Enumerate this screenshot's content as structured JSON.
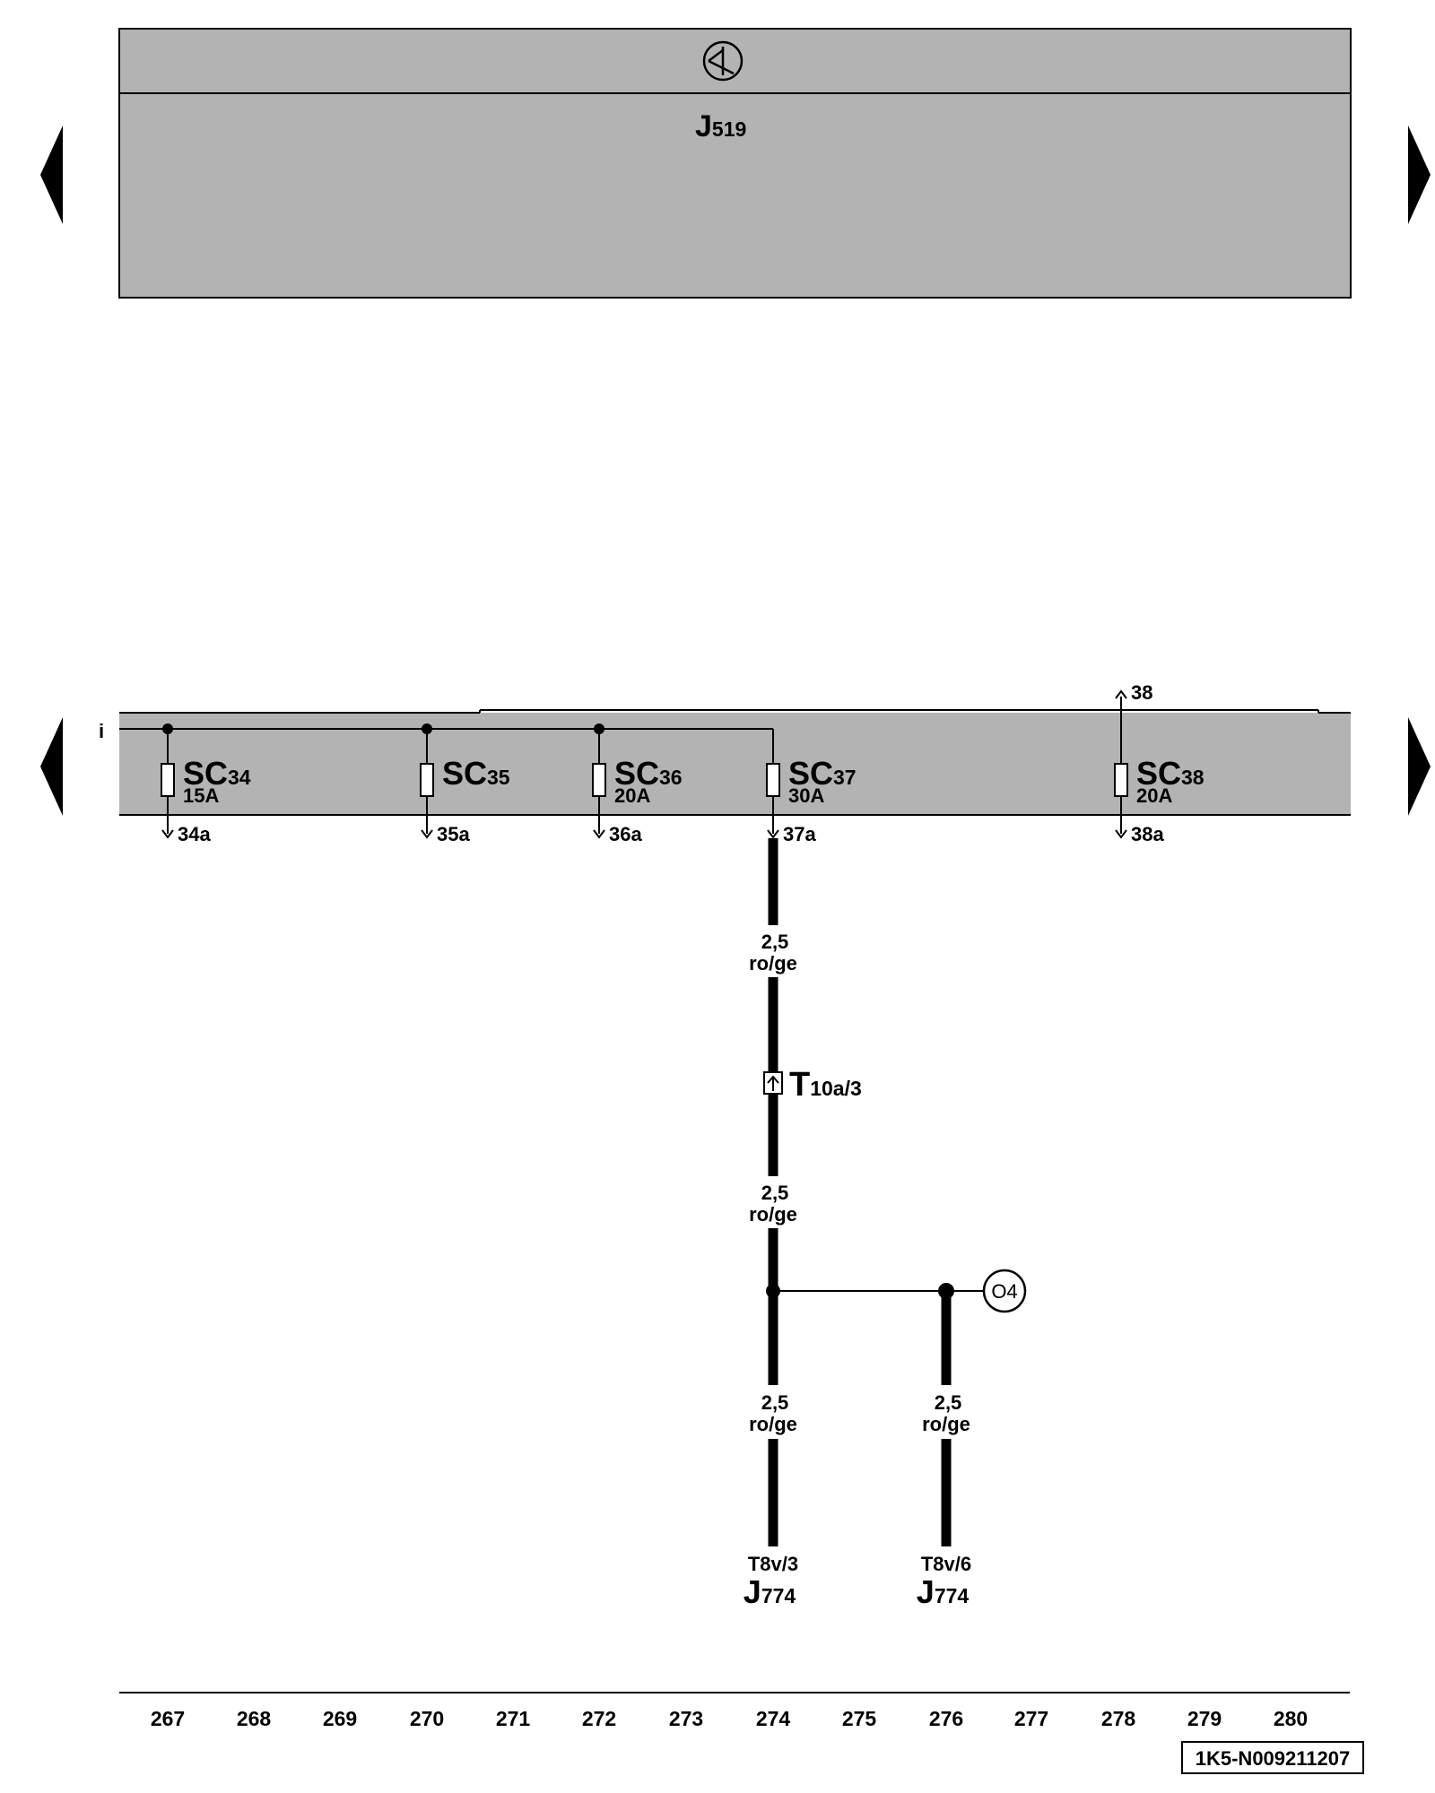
{
  "top_module": {
    "name": "J",
    "sub": "519"
  },
  "bus_label": "i",
  "fuses": [
    {
      "name": "SC",
      "num": "34",
      "rating": "15A",
      "out": "34a"
    },
    {
      "name": "SC",
      "num": "35",
      "rating": "",
      "out": "35a"
    },
    {
      "name": "SC",
      "num": "36",
      "rating": "20A",
      "out": "36a"
    },
    {
      "name": "SC",
      "num": "37",
      "rating": "30A",
      "out": "37a"
    },
    {
      "name": "SC",
      "num": "38",
      "rating": "20A",
      "out": "38a",
      "in": "38"
    }
  ],
  "wires": [
    {
      "size": "2,5",
      "color": "ro/ge"
    },
    {
      "size": "2,5",
      "color": "ro/ge"
    },
    {
      "size": "2,5",
      "color": "ro/ge"
    },
    {
      "size": "2,5",
      "color": "ro/ge"
    }
  ],
  "connector": {
    "name": "T",
    "sub": "10a/3"
  },
  "reference": "O4",
  "pins": [
    {
      "pin": "T8v/3",
      "name": "J",
      "sub": "774"
    },
    {
      "pin": "T8v/6",
      "name": "J",
      "sub": "774"
    }
  ],
  "scale": [
    "267",
    "268",
    "269",
    "270",
    "271",
    "272",
    "273",
    "274",
    "275",
    "276",
    "277",
    "278",
    "279",
    "280"
  ],
  "doc_id": "1K5-N009211207"
}
